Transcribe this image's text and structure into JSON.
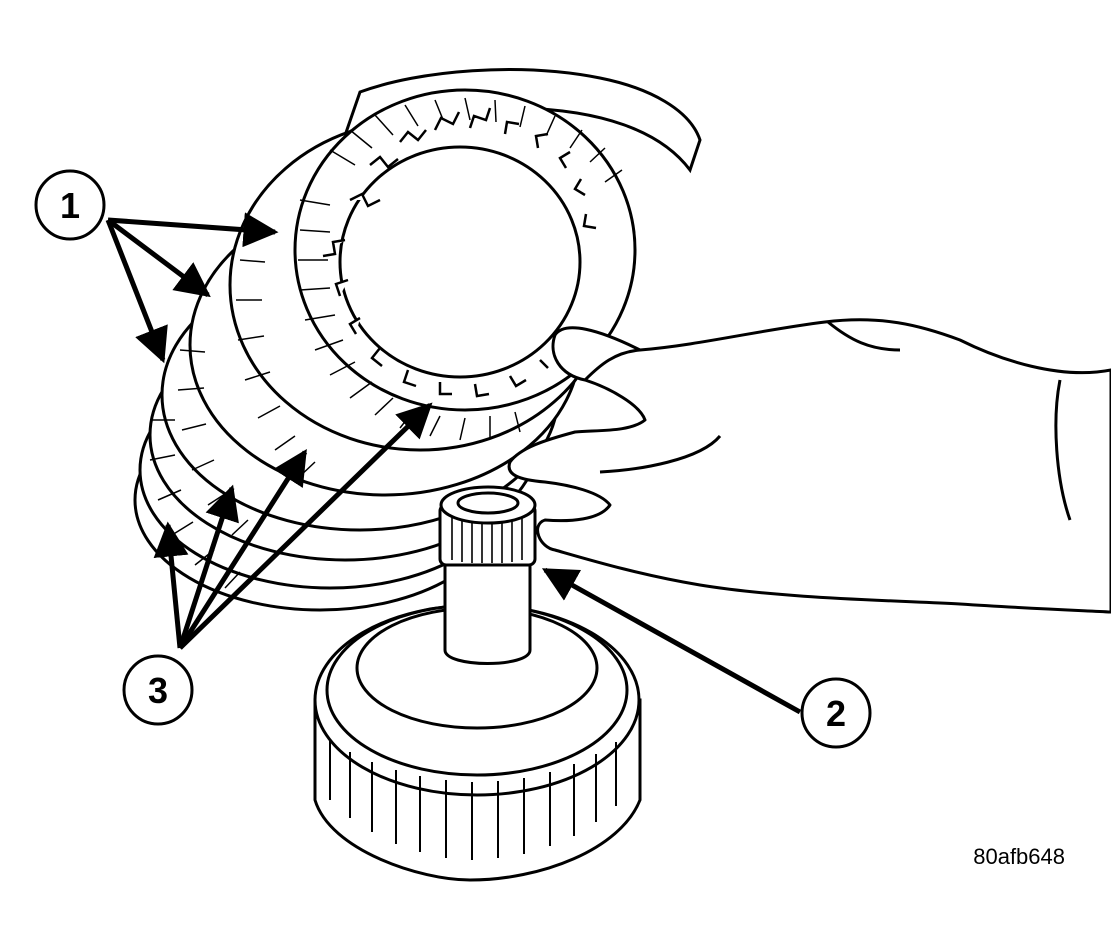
{
  "callouts": {
    "c1": "1",
    "c2": "2",
    "c3": "3"
  },
  "figure_ref": "80afb648",
  "colors": {
    "ink": "#000000",
    "paper": "#ffffff"
  }
}
